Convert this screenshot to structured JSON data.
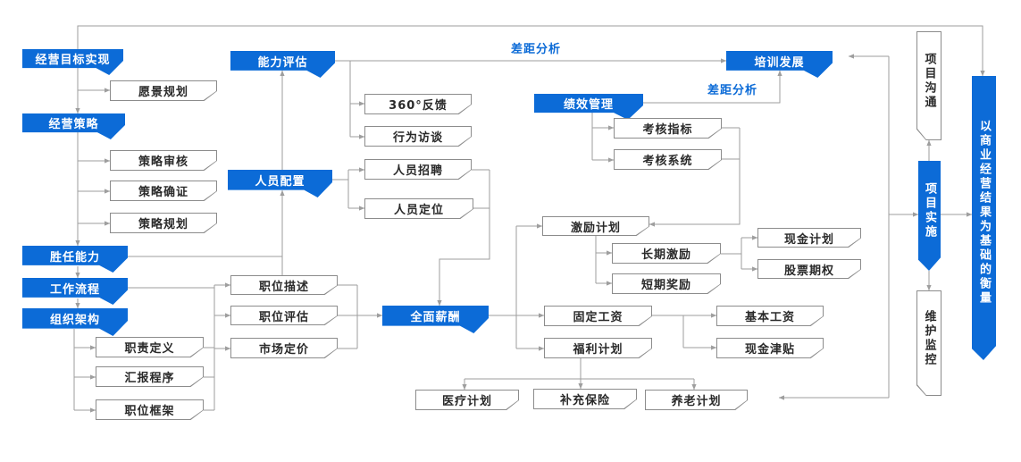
{
  "diagram": {
    "title_domain": "HR management process flowchart",
    "colors": {
      "primary_blue": "#0c6bd7",
      "line_gray": "#9e9e9e",
      "box_border": "#8c8c8c",
      "box_text": "#2a2a2a",
      "background": "#ffffff"
    },
    "nodes": {
      "business_goal": "经营目标实现",
      "vision_planning": "愿景规划",
      "business_strategy": "经营策略",
      "strategy_review": "策略审核",
      "strategy_confirmation": "策略确证",
      "strategy_planning": "策略规划",
      "competency": "胜任能力",
      "work_process": "工作流程",
      "org_structure": "组织架构",
      "duty_definition": "职责定义",
      "reporting_procedure": "汇报程序",
      "position_framework": "职位框架",
      "capability_assessment": "能力评估",
      "feedback_360": "360°反馈",
      "behavior_interview": "行为访谈",
      "staffing": "人员配置",
      "recruitment": "人员招聘",
      "personnel_positioning": "人员定位",
      "job_description": "职位描述",
      "job_evaluation": "职位评估",
      "market_pricing": "市场定价",
      "total_compensation": "全面薪酬",
      "performance_management": "绩效管理",
      "assessment_indicators": "考核指标",
      "assessment_system": "考核系统",
      "incentive_plan": "激励计划",
      "long_term_incentive": "长期激励",
      "short_term_reward": "短期奖励",
      "cash_plan": "现金计划",
      "stock_options": "股票期权",
      "fixed_salary": "固定工资",
      "welfare_plan": "福利计划",
      "base_salary": "基本工资",
      "cash_allowance": "现金津贴",
      "medical_plan": "医疗计划",
      "supplementary_insurance": "补充保险",
      "pension_plan": "养老计划",
      "training_development": "培训发展",
      "project_communication": "项目沟通",
      "project_implementation": "项目实施",
      "maintenance_monitoring": "维护监控",
      "business_results_measurement": "以商业经营结果为基础的衡量"
    },
    "labels": {
      "gap_analysis_top": "差距分析",
      "gap_analysis_mid": "差距分析"
    }
  }
}
